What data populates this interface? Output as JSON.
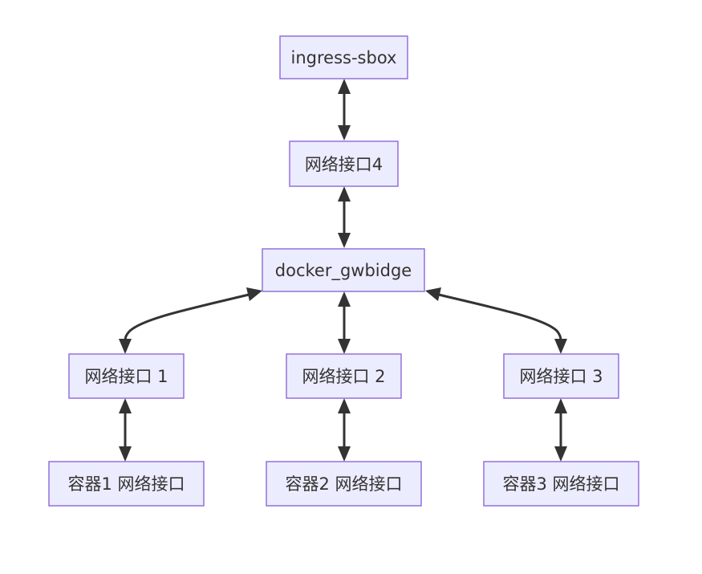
{
  "diagram": {
    "nodes": {
      "ingress": "ingress-sbox",
      "if4": "网络接口4",
      "bridge": "docker_gwbidge",
      "if1": "网络接口 1",
      "if2": "网络接口 2",
      "if3": "网络接口 3",
      "c1": "容器1 网络接口",
      "c2": "容器2 网络接口",
      "c3": "容器3 网络接口"
    },
    "edges": [
      {
        "from": "ingress",
        "to": "if4",
        "type": "bidirectional"
      },
      {
        "from": "if4",
        "to": "bridge",
        "type": "bidirectional"
      },
      {
        "from": "bridge",
        "to": "if1",
        "type": "bidirectional"
      },
      {
        "from": "bridge",
        "to": "if2",
        "type": "bidirectional"
      },
      {
        "from": "bridge",
        "to": "if3",
        "type": "bidirectional"
      },
      {
        "from": "if1",
        "to": "c1",
        "type": "bidirectional"
      },
      {
        "from": "if2",
        "to": "c2",
        "type": "bidirectional"
      },
      {
        "from": "if3",
        "to": "c3",
        "type": "bidirectional"
      }
    ],
    "colors": {
      "node_fill": "#ececff",
      "node_stroke": "#9370db",
      "edge": "#333333",
      "text": "#333333"
    }
  }
}
